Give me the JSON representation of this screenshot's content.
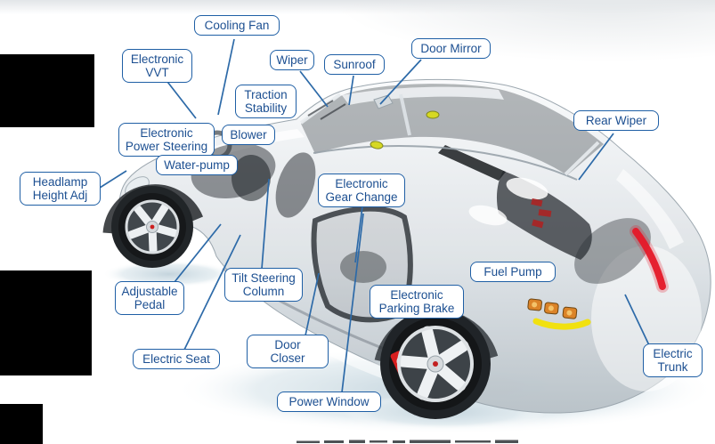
{
  "diagram": {
    "illustration": "x-ray-transparent-car-render",
    "labels": [
      {
        "id": "cooling-fan",
        "text": "Cooling Fan"
      },
      {
        "id": "electronic-vvt",
        "text": "Electronic\nVVT"
      },
      {
        "id": "wiper",
        "text": "Wiper"
      },
      {
        "id": "sunroof",
        "text": "Sunroof"
      },
      {
        "id": "door-mirror",
        "text": "Door Mirror"
      },
      {
        "id": "traction-stability",
        "text": "Traction\nStability"
      },
      {
        "id": "electronic-power-steering",
        "text": "Electronic\nPower Steering"
      },
      {
        "id": "blower",
        "text": "Blower"
      },
      {
        "id": "water-pump",
        "text": "Water-pump"
      },
      {
        "id": "headlamp-height-adj",
        "text": "Headlamp\nHeight Adj"
      },
      {
        "id": "rear-wiper",
        "text": "Rear Wiper"
      },
      {
        "id": "electronic-gear-change",
        "text": "Electronic\nGear Change"
      },
      {
        "id": "fuel-pump",
        "text": "Fuel Pump"
      },
      {
        "id": "electronic-parking-brake",
        "text": "Electronic\nParking Brake"
      },
      {
        "id": "electric-trunk",
        "text": "Electric\nTrunk"
      },
      {
        "id": "adjustable-pedal",
        "text": "Adjustable\nPedal"
      },
      {
        "id": "tilt-steering-column",
        "text": "Tilt Steering\nColumn"
      },
      {
        "id": "electric-seat",
        "text": "Electric Seat"
      },
      {
        "id": "door-closer",
        "text": "Door\nCloser"
      },
      {
        "id": "power-window",
        "text": "Power Window"
      }
    ],
    "colors": {
      "label_border": "#1f5fa5",
      "label_text": "#1c4f91",
      "label_background": "#ffffff",
      "leader_line": "#2d6aa8",
      "redaction": "#000000",
      "tail_lamp_red": "#e51828",
      "indicator_amber": "#db8328",
      "accent_yellow": "#f2e205"
    }
  }
}
